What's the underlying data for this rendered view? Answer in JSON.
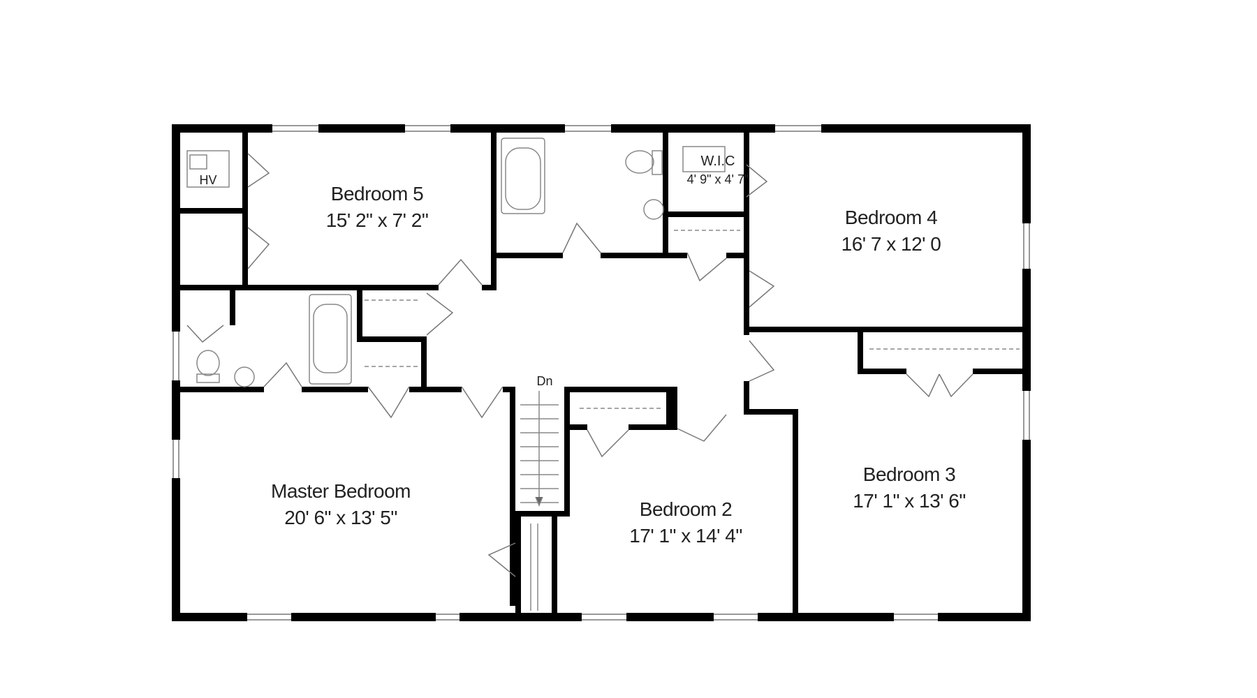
{
  "rooms": {
    "bedroom5": {
      "name": "Bedroom 5",
      "dim": "15' 2\" x 7' 2\""
    },
    "bedroom4": {
      "name": "Bedroom 4",
      "dim": "16' 7 x 12' 0"
    },
    "wic": {
      "name": "W.I.C",
      "dim": "4' 9\" x 4' 7\""
    },
    "master": {
      "name": "Master Bedroom",
      "dim": "20' 6\" x 13' 5\""
    },
    "bedroom2": {
      "name": "Bedroom 2",
      "dim": "17' 1\" x 14' 4\""
    },
    "bedroom3": {
      "name": "Bedroom 3",
      "dim": "17' 1\" x 13' 6\""
    }
  },
  "labels": {
    "hv": "HV",
    "stairs": "Dn"
  },
  "colors": {
    "wall": "#000000",
    "fixture": "#888888",
    "background": "#ffffff"
  }
}
